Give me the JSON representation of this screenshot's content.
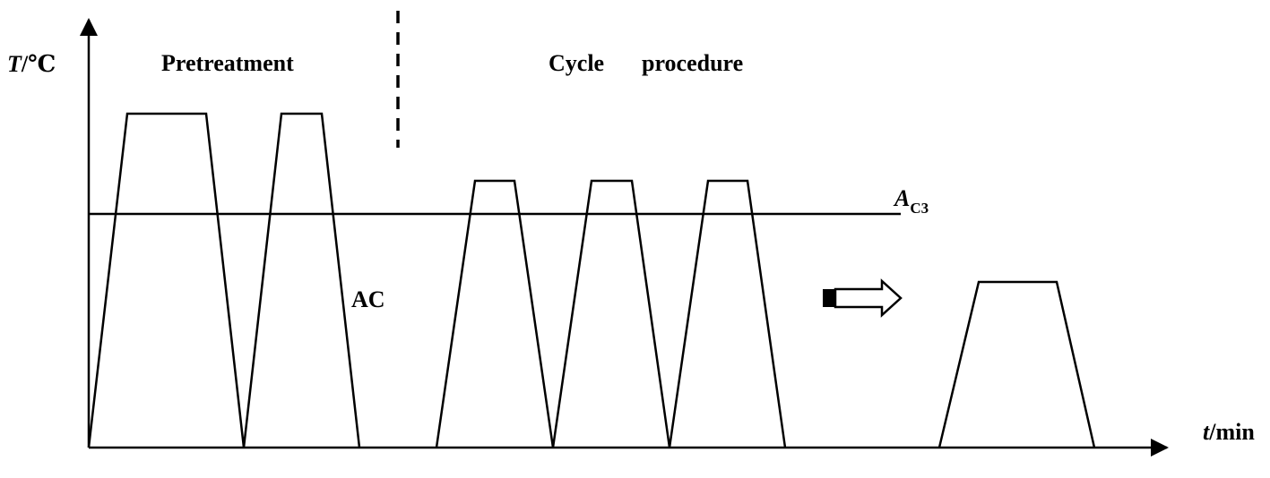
{
  "axes": {
    "y_label_symbol": "T",
    "y_label_unit": "/℃",
    "x_label_symbol": "t",
    "x_label_unit": "/min"
  },
  "phases": {
    "pretreatment": "Pretreatment",
    "cycle_word1": "Cycle",
    "cycle_word2": "procedure"
  },
  "labels": {
    "ac3_main": "A",
    "ac3_sub": "C3",
    "ac": "AC"
  }
}
